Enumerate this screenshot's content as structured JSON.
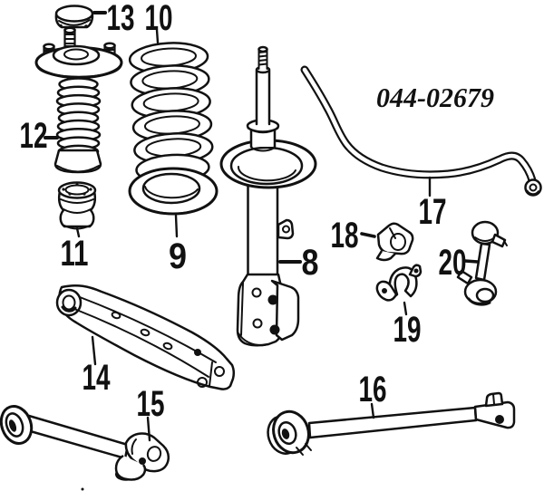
{
  "diagram": {
    "code": "044-02679",
    "labels": {
      "part8": "8",
      "part9": "9",
      "part10": "10",
      "part11": "11",
      "part12": "12",
      "part13": "13",
      "part14": "14",
      "part15": "15",
      "part16": "16",
      "part17": "17",
      "part18": "18",
      "part19": "19",
      "part20": "20"
    }
  }
}
